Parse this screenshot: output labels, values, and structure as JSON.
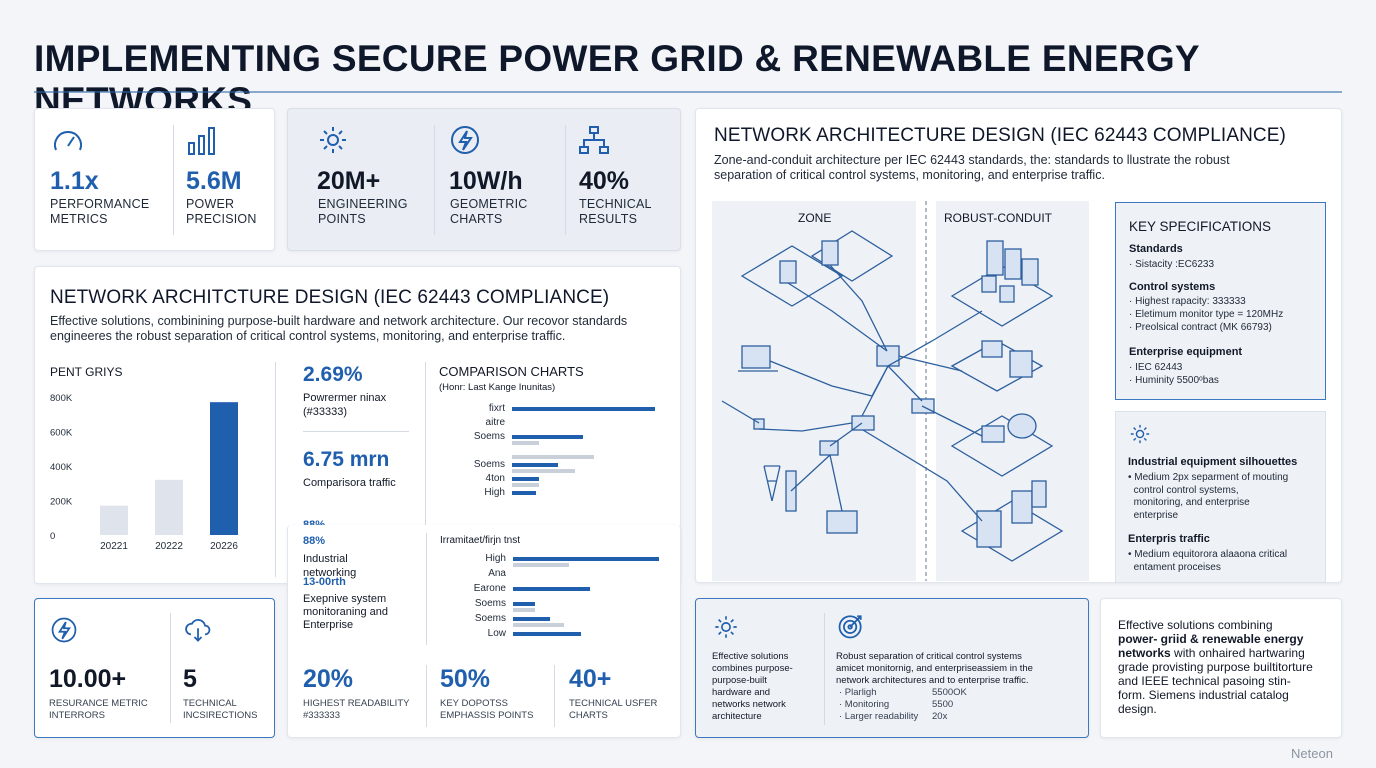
{
  "title": "IMPLEMENTING SECURE POWER GRID & RENEWABLE ENERGY NETWORKS",
  "colors": {
    "accent": "#1f5fae",
    "light_bar": "#c9d0da",
    "rule": "#2f6aa8"
  },
  "top_metrics": [
    {
      "icon": "gauge-icon",
      "value": "1.1x",
      "label1": "PERFORMANCE",
      "label2": "METRICS"
    },
    {
      "icon": "bar-chart-icon",
      "value": "5.6M",
      "label1": "POWER",
      "label2": "PRECISION"
    },
    {
      "icon": "gear-icon",
      "value": "20M+",
      "label1": "ENGINEERING",
      "label2": "POINTS"
    },
    {
      "icon": "lightning-icon",
      "value": "10W/h",
      "label1": "GEOMETRIC",
      "label2": "CHARTS"
    },
    {
      "icon": "network-tree-icon",
      "value": "40%",
      "label1": "TECHNICAL",
      "label2": "RESULTS"
    }
  ],
  "mid": {
    "heading": "NETWORK ARCHITCTURE DESIGN (IEC 62443 COMPLIANCE)",
    "desc1": "Effective solutions, combinining purpose-built hardware and network architecture. Our recovor standards",
    "desc2": "engineeres the robust separation of critical control systems, monitoring, and enterprise traffic."
  },
  "chart_data": {
    "type": "bar",
    "title": "PENT GRIYS",
    "categories": [
      "20221",
      "20222",
      "20226"
    ],
    "values": [
      170000,
      320000,
      770000
    ],
    "yticks": [
      "800K",
      "600K",
      "400K",
      "200K",
      "0"
    ],
    "ylim": [
      0,
      800000
    ],
    "series_colors": [
      "#dfe4ec",
      "#dfe4ec",
      "#1f5fae"
    ]
  },
  "mid_stats": [
    {
      "value": "2.69%",
      "label1": "Powrermer ninax",
      "label2": "(#33333)"
    },
    {
      "value": "6.75 mrn",
      "label1": "Comparisora traffic",
      "label2": ""
    },
    {
      "value": "88%",
      "label1": "Industrial",
      "label2": "networking"
    },
    {
      "value": "13-00rth",
      "label1": "Exepnive system",
      "label2": "monitoraning and",
      "label3": "Enterprise"
    }
  ],
  "comparison": {
    "heading": "COMPARISON CHARTS",
    "subheading": "(Honr: Last Kange Inunitas)",
    "group1": [
      {
        "label": "fixrt",
        "dark": 0.84,
        "light": 0.0
      },
      {
        "label": "aitre",
        "dark": 0.0,
        "light": 0.0
      },
      {
        "label": "Soems",
        "dark": 0.42,
        "light": 0.16
      },
      {
        "label": "",
        "dark": 0.0,
        "light": 0.48
      },
      {
        "label": "Soems",
        "dark": 0.27,
        "light": 0.37
      },
      {
        "label": "4ton",
        "dark": 0.16,
        "light": 0.16
      },
      {
        "label": "High",
        "dark": 0.14,
        "light": 0.0
      }
    ],
    "group2_title": "Irramitaet/firjn tnst",
    "group2": [
      {
        "label": "High",
        "dark": 0.86,
        "light": 0.33
      },
      {
        "label": "Ana",
        "dark": 0.0,
        "light": 0.0
      },
      {
        "label": "Earone",
        "dark": 0.45,
        "light": 0.0
      },
      {
        "label": "Soems",
        "dark": 0.13,
        "light": 0.13
      },
      {
        "label": "Soems",
        "dark": 0.22,
        "light": 0.3
      },
      {
        "label": "Low",
        "dark": 0.4,
        "light": 0.0
      }
    ]
  },
  "arch": {
    "heading": "NETWORK ARCHITECTURE DESIGN (IEC 62443 COMPLIANCE)",
    "desc1": "Zone-and-conduit architecture per IEC 62443 standards, the: standards to llustrate the robust",
    "desc2": "separation of critical control systems, monitoring, and enterprise traffic.",
    "zone_label": "ZONE",
    "conduit_label": "ROBUST-CONDUIT"
  },
  "specs": {
    "heading": "KEY SPECIFICATIONS",
    "groups": [
      {
        "title": "Standards",
        "items": [
          "· Sistacity :EC6233"
        ]
      },
      {
        "title": "Control systems",
        "items": [
          "· Highest rapacity: 333333",
          "· Eletimum monitor type = 120MHz",
          "· Preolsical contract (MK 66793)"
        ]
      },
      {
        "title": "Enterprise equipment",
        "items": [
          "· IEC 62443",
          "· Huminity 5500ᵒbas"
        ]
      }
    ]
  },
  "equip": {
    "t1": "Industrial equipment silhouettes",
    "d1": [
      "• Medium 2px separment of mouting",
      "control control systems,",
      "monitoring, and enterprise",
      "enterprise"
    ],
    "t2": "Enterpris traffic",
    "d2": [
      "• Medium equitorora alaaona critical",
      "entament proceises"
    ]
  },
  "bottom_left": [
    {
      "icon": "lightning-icon",
      "value": "10.00+",
      "label1": "RESURANCE METRIC",
      "label2": "INTERRORS"
    },
    {
      "icon": "cloud-download-icon",
      "value": "5",
      "label1": "TECHNICAL",
      "label2": "INCSIRECTIONS"
    }
  ],
  "bottom_mid": [
    {
      "value": "20%",
      "label1": "HIGHEST READABILITY",
      "label2": "#333333"
    },
    {
      "value": "50%",
      "label1": "KEY DOPOTSS",
      "label2": "EMPHASSIS POINTS"
    },
    {
      "value": "40+",
      "label1": "TECHNICAL USFER",
      "label2": "CHARTS"
    }
  ],
  "solutions": {
    "left_lines": [
      "Effective solutions",
      "combines purpose-",
      "purpose-built",
      "hardware and",
      "networks network",
      "architecture"
    ],
    "right_lines": [
      "Robust separation of critical control systems",
      "amicet monitornig, and enterpriseassiem in the",
      "network architectures and to enterprise traffic."
    ],
    "rows": [
      {
        "k": "· Plarligh",
        "v": "5500OK"
      },
      {
        "k": "· Monitoring",
        "v": "5500"
      },
      {
        "k": "· Larger readability",
        "v": "20x"
      }
    ]
  },
  "summary": {
    "l1": "Effective solutions combining",
    "l2": "power- griid & renewable energy",
    "l3a": "networks",
    "l3b": " with onhaired hartwaring",
    "l4": "grade provisting purpose builtitorture",
    "l5": "and IEEE technical pasoing stin-",
    "l6": "form. Siemens industrial catalog",
    "l7": "design."
  },
  "footer": "Neteon"
}
